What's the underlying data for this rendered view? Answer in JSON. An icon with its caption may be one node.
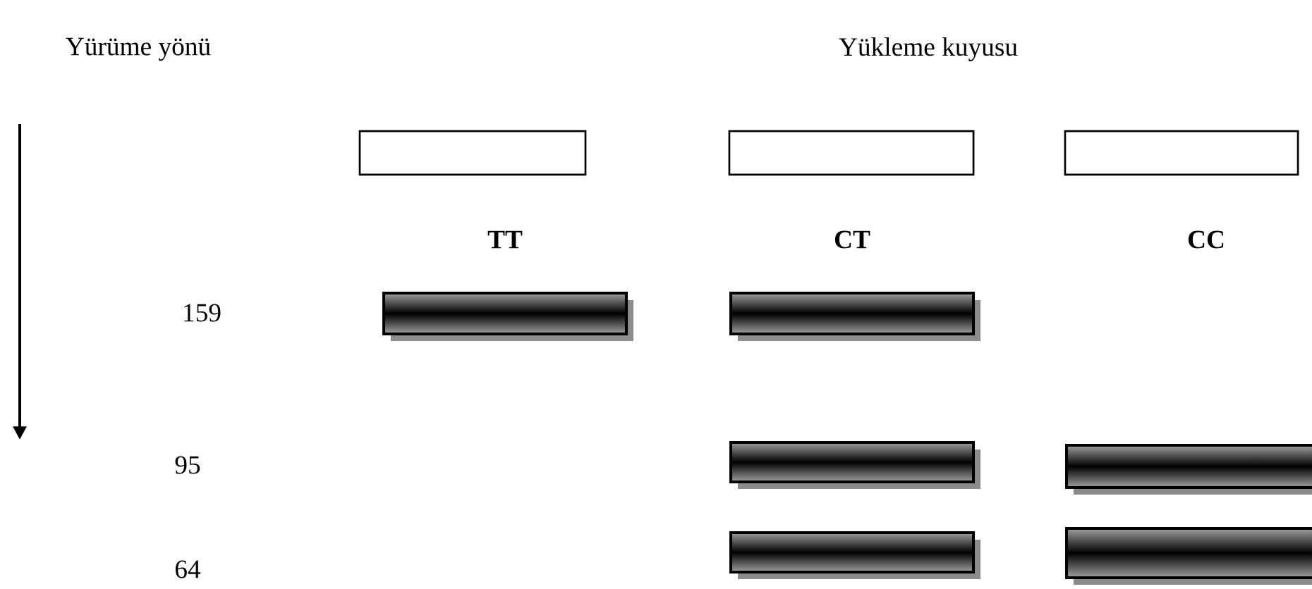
{
  "diagram": {
    "nodes": [
      {
        "text": [],
        "shape": "box"
      },
      {
        "text": [],
        "shape": "box"
      },
      {
        "text": [],
        "shape": "box"
      },
      {
        "text": [],
        "shape": "bar"
      },
      {
        "text": [],
        "shape": "bar"
      },
      {
        "text": [],
        "shape": "bar"
      },
      {
        "text": [],
        "shape": "bar"
      },
      {
        "text": [],
        "shape": "bar"
      },
      {
        "text": [],
        "shape": "bar"
      }
    ],
    "labels": [
      "Yürüme yönü",
      "Yükleme kuyusu",
      "TT",
      "CT",
      "CC",
      "159",
      "95",
      "64"
    ]
  }
}
